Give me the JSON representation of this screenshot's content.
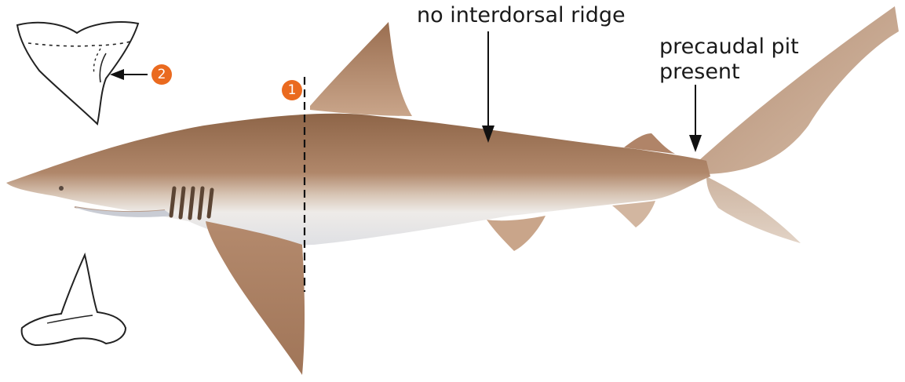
{
  "annotations": {
    "interdorsal": "no interdorsal ridge",
    "precaudal_line1": "precaudal pit",
    "precaudal_line2": "present"
  },
  "markers": {
    "dorsal_fin_origin": "1",
    "tooth_serration": "2"
  },
  "colors": {
    "marker": "#ea6a1f",
    "body_dorsal": "#a07656",
    "body_belly": "#e8e3de",
    "fin": "#b58a6c",
    "outline": "#1a1a1a"
  },
  "icons": [
    "upper-tooth-icon",
    "lower-tooth-icon",
    "shark-illustration",
    "gill-slits-icon"
  ]
}
